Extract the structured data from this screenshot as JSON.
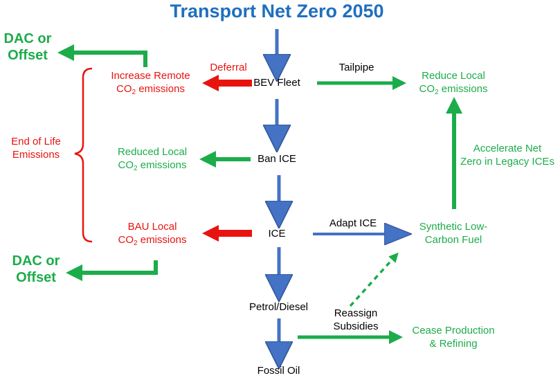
{
  "title": "Transport Net Zero 2050",
  "nodes": {
    "bev_fleet": "BEV Fleet",
    "ban_ice": "Ban ICE",
    "ice": "ICE",
    "petrol_diesel": "Petrol/Diesel",
    "fossil_oil": "Fossil Oil",
    "increase_remote_l1": "Increase Remote",
    "increase_remote_l2_pre": "CO",
    "increase_remote_l2_sub": "2",
    "increase_remote_l2_post": " emissions",
    "reduced_local_l1": "Reduced Local",
    "reduced_local_l2_pre": "CO",
    "reduced_local_l2_sub": "2",
    "reduced_local_l2_post": " emissions",
    "bau_local_l1": "BAU Local",
    "bau_local_l2_pre": "CO",
    "bau_local_l2_sub": "2",
    "bau_local_l2_post": " emissions",
    "reduce_local_l1": "Reduce Local",
    "reduce_local_l2_pre": "CO",
    "reduce_local_l2_sub": "2",
    "reduce_local_l2_post": " emissions",
    "synthetic_l1": "Synthetic Low-",
    "synthetic_l2": "Carbon Fuel",
    "cease_l1": "Cease Production",
    "cease_l2": "& Refining",
    "dac_top_l1": "DAC or",
    "dac_top_l2": "Offset",
    "dac_bottom_l1": "DAC or",
    "dac_bottom_l2": "Offset",
    "end_of_life_l1": "End of Life",
    "end_of_life_l2": "Emissions"
  },
  "edge_labels": {
    "deferral": "Deferral",
    "tailpipe": "Tailpipe",
    "adapt_ice": "Adapt ICE",
    "accelerate_l1": "Accelerate Net",
    "accelerate_l2": "Zero in Legacy ICEs",
    "reassign_l1": "Reassign",
    "reassign_l2": "Subsidies"
  },
  "colors": {
    "blue_arrow": "#4472c4",
    "green": "#1cac4a",
    "red": "#e8130f",
    "title_blue": "#1f6fbf"
  }
}
